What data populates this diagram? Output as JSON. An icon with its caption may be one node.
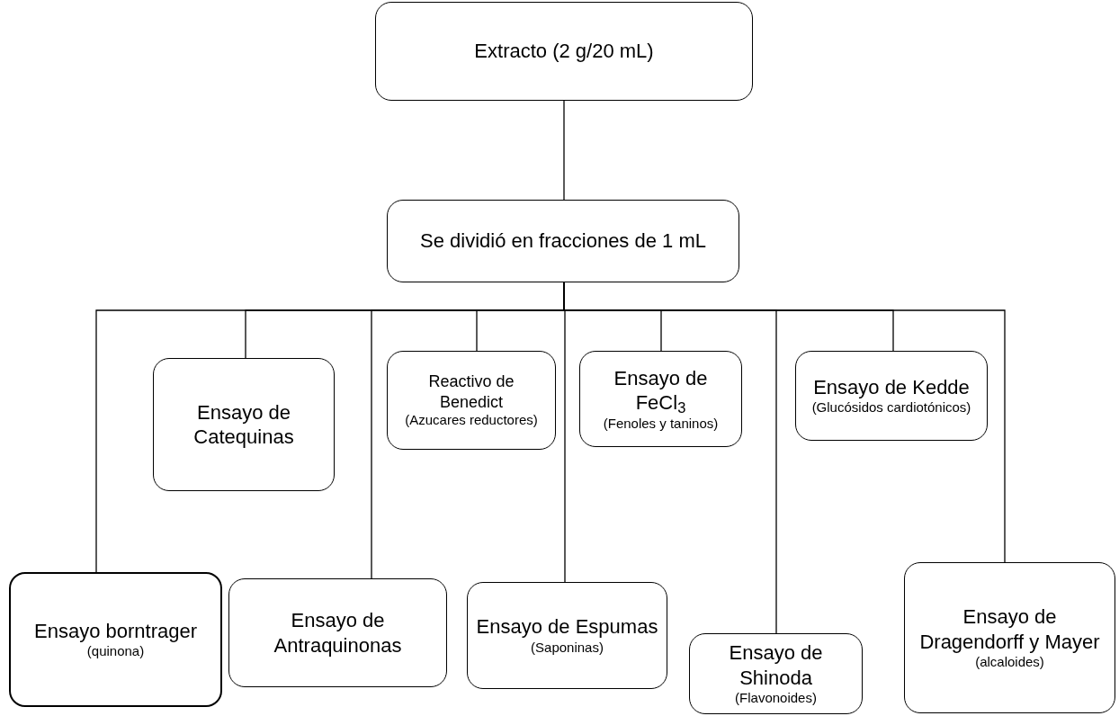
{
  "diagram": {
    "nodes": [
      {
        "text": [
          "Extracto (2 g/20 mL)"
        ]
      },
      {
        "text": [
          "Se dividió en fracciones de 1 mL"
        ]
      },
      {
        "text": [
          "Ensayo de Catequinas"
        ]
      },
      {
        "text": [
          "Reactivo de Benedict",
          "(Azucares reductores)"
        ]
      },
      {
        "text": [
          "Ensayo de FeCl$_{3}$",
          "(Fenoles y taninos)"
        ]
      },
      {
        "text": [
          "Ensayo de Kedde",
          "(Glucósidos cardiotónicos)"
        ]
      },
      {
        "text": [
          "Ensayo borntrager",
          "(quinona)"
        ]
      },
      {
        "text": [
          "Ensayo de Antraquinonas"
        ]
      },
      {
        "text": [
          "Ensayo de Espumas",
          "(Saponinas)"
        ]
      },
      {
        "text": [
          "Ensayo de Shinoda",
          "(Flavonoides)"
        ]
      },
      {
        "text": [
          "Ensayo de Dragendorff y Mayer",
          "(alcaloides)"
        ]
      }
    ],
    "edges": [
      {
        "from": 0,
        "to": 1,
        "arrow": "none"
      },
      {
        "from": 1,
        "to": 6,
        "arrow": "none"
      },
      {
        "from": 1,
        "to": 2,
        "arrow": "none"
      },
      {
        "from": 1,
        "to": 7,
        "arrow": "none"
      },
      {
        "from": 1,
        "to": 3,
        "arrow": "none"
      },
      {
        "from": 1,
        "to": 8,
        "arrow": "none"
      },
      {
        "from": 1,
        "to": 4,
        "arrow": "none"
      },
      {
        "from": 1,
        "to": 9,
        "arrow": "none"
      },
      {
        "from": 1,
        "to": 5,
        "arrow": "none"
      },
      {
        "from": 1,
        "to": 10,
        "arrow": "none"
      }
    ]
  }
}
